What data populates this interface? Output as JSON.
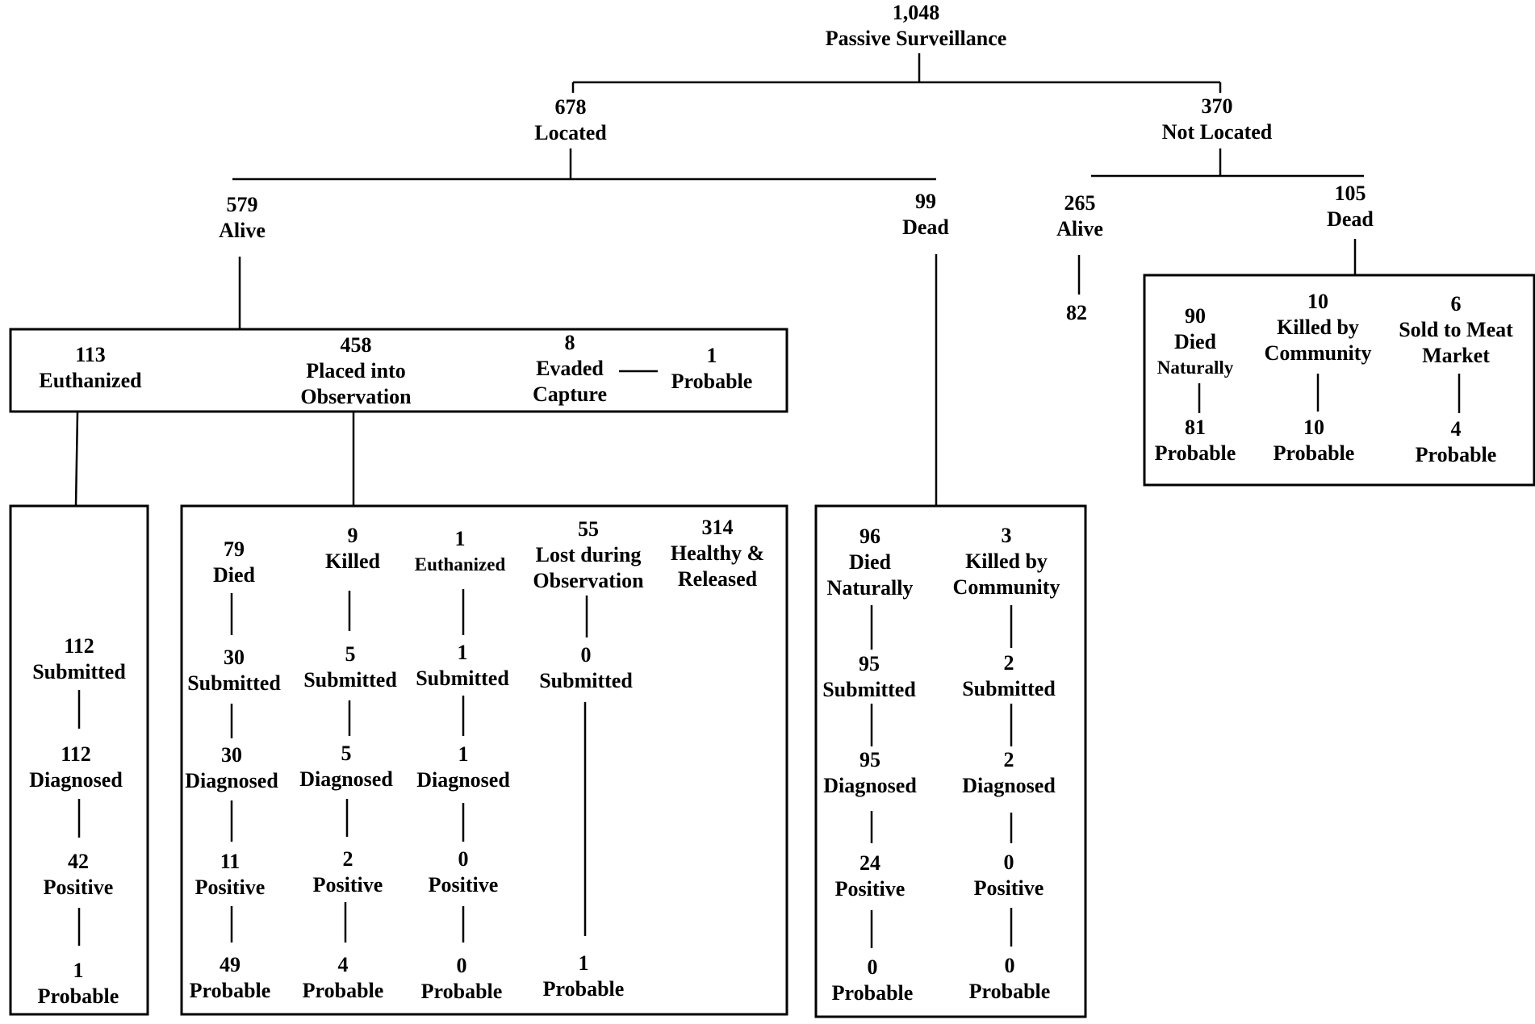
{
  "root": {
    "count": "1,048",
    "label": "Passive Surveillance"
  },
  "located": {
    "count": "678",
    "label": "Located"
  },
  "not_located": {
    "count": "370",
    "label": "Not Located"
  },
  "loc_alive": {
    "count": "579",
    "label": "Alive"
  },
  "loc_dead": {
    "count": "99",
    "label": "Dead"
  },
  "nl_alive": {
    "count": "265",
    "label": "Alive",
    "result": "82"
  },
  "nl_dead": {
    "count": "105",
    "label": "Dead"
  },
  "euthanized": {
    "count": "113",
    "label": "Euthanized"
  },
  "observation": {
    "count": "458",
    "label_1": "Placed into",
    "label_2": "Observation"
  },
  "evaded": {
    "count": "8",
    "label_1": "Evaded",
    "label_2": "Capture"
  },
  "evaded_probable": {
    "count": "1",
    "label": "Probable"
  },
  "euth_chain": {
    "submitted": {
      "count": "112",
      "label": "Submitted"
    },
    "diagnosed": {
      "count": "112",
      "label": "Diagnosed"
    },
    "positive": {
      "count": "42",
      "label": "Positive"
    },
    "probable": {
      "count": "1",
      "label": "Probable"
    }
  },
  "obs_died": {
    "head": {
      "count": "79",
      "label": "Died"
    },
    "submitted": {
      "count": "30",
      "label": "Submitted"
    },
    "diagnosed": {
      "count": "30",
      "label": "Diagnosed"
    },
    "positive": {
      "count": "11",
      "label": "Positive"
    },
    "probable": {
      "count": "49",
      "label": "Probable"
    }
  },
  "obs_killed": {
    "head": {
      "count": "9",
      "label": "Killed"
    },
    "submitted": {
      "count": "5",
      "label": "Submitted"
    },
    "diagnosed": {
      "count": "5",
      "label": "Diagnosed"
    },
    "positive": {
      "count": "2",
      "label": "Positive"
    },
    "probable": {
      "count": "4",
      "label": "Probable"
    }
  },
  "obs_euth": {
    "head": {
      "count": "1",
      "label": "Euthanized"
    },
    "submitted": {
      "count": "1",
      "label": "Submitted"
    },
    "diagnosed": {
      "count": "1",
      "label": "Diagnosed"
    },
    "positive": {
      "count": "0",
      "label": "Positive"
    },
    "probable": {
      "count": "0",
      "label": "Probable"
    }
  },
  "obs_lost": {
    "head": {
      "count": "55",
      "label_1": "Lost during",
      "label_2": "Observation"
    },
    "submitted": {
      "count": "0",
      "label": "Submitted"
    },
    "probable": {
      "count": "1",
      "label": "Probable"
    }
  },
  "obs_healthy": {
    "count": "314",
    "label_1": "Healthy &",
    "label_2": "Released"
  },
  "dead_nat": {
    "head": {
      "count": "96",
      "label_1": "Died",
      "label_2": "Naturally"
    },
    "submitted": {
      "count": "95",
      "label": "Submitted"
    },
    "diagnosed": {
      "count": "95",
      "label": "Diagnosed"
    },
    "positive": {
      "count": "24",
      "label": "Positive"
    },
    "probable": {
      "count": "0",
      "label": "Probable"
    }
  },
  "dead_killed": {
    "head": {
      "count": "3",
      "label_1": "Killed by",
      "label_2": "Community"
    },
    "submitted": {
      "count": "2",
      "label": "Submitted"
    },
    "diagnosed": {
      "count": "2",
      "label": "Diagnosed"
    },
    "positive": {
      "count": "0",
      "label": "Positive"
    },
    "probable": {
      "count": "0",
      "label": "Probable"
    }
  },
  "nl_nat": {
    "head": {
      "count": "90",
      "label_1": "Died",
      "label_2": "Naturally"
    },
    "probable": {
      "count": "81",
      "label": "Probable"
    }
  },
  "nl_killed": {
    "head": {
      "count": "10",
      "label_1": "Killed by",
      "label_2": "Community"
    },
    "probable": {
      "count": "10",
      "label": "Probable"
    }
  },
  "nl_sold": {
    "head": {
      "count": "6",
      "label_1": "Sold to Meat",
      "label_2": "Market"
    },
    "probable": {
      "count": "4",
      "label": "Probable"
    }
  }
}
